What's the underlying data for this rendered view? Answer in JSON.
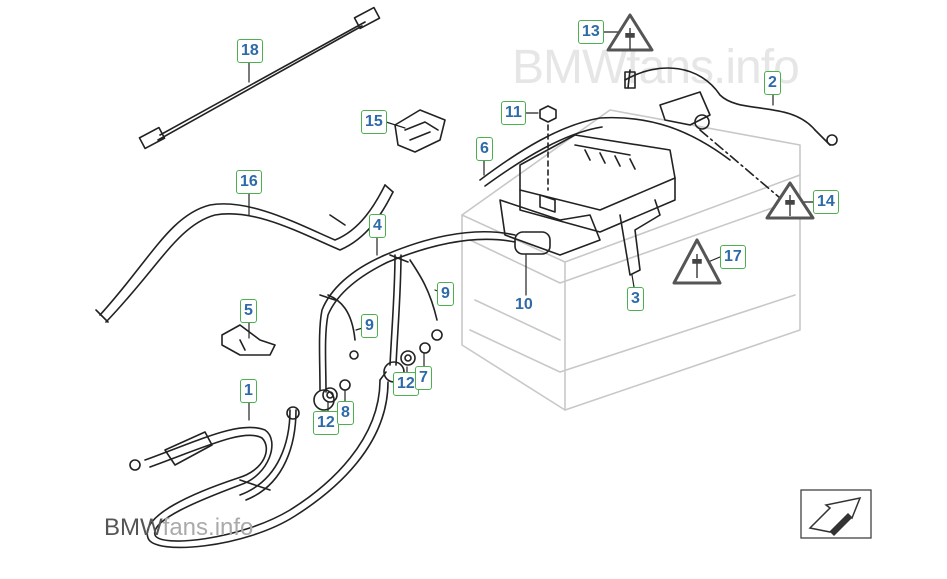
{
  "watermark_top": "BMWfans.info",
  "watermark_bottom": {
    "part1": "BMW",
    "part2": "fans.info"
  },
  "callouts": {
    "c1": "1",
    "c2": "2",
    "c3": "3",
    "c4": "4",
    "c5": "5",
    "c6": "6",
    "c7": "7",
    "c8": "8",
    "c9a": "9",
    "c9b": "9",
    "c10": "10",
    "c11": "11",
    "c12a": "12",
    "c12b": "12",
    "c13": "13",
    "c14": "14",
    "c15": "15",
    "c16": "16",
    "c17": "17",
    "c18": "18"
  },
  "icons": [
    "warning-plug-icon",
    "direction-arrow-icon"
  ],
  "colors": {
    "label_text": "#2e6aa8",
    "label_border": "#4caf50",
    "lines": "#222222",
    "battery": "#c8c8c8"
  }
}
